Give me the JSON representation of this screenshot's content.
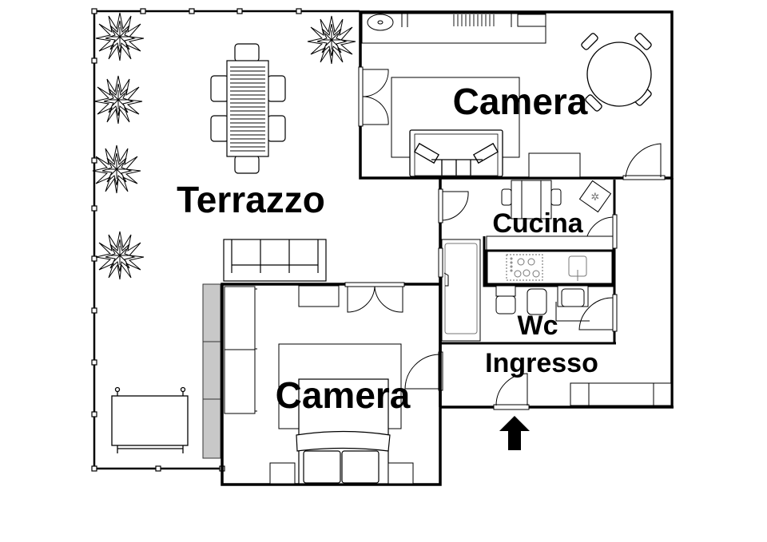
{
  "plan": {
    "type": "floor-plan",
    "colors": {
      "wall": "#000000",
      "line": "#000000",
      "background": "#ffffff",
      "hedge": "#bbbbbb"
    },
    "rooms": [
      {
        "id": "terrace",
        "label": "Terrazzo"
      },
      {
        "id": "bedroom-top",
        "label": "Camera"
      },
      {
        "id": "kitchen",
        "label": "Cucina"
      },
      {
        "id": "wc",
        "label": "Wc"
      },
      {
        "id": "entrance",
        "label": "Ingresso"
      },
      {
        "id": "bedroom-bottom",
        "label": "Camera"
      }
    ],
    "entry_marker": {
      "icon": "arrow-up-icon",
      "meaning": "entrance"
    }
  }
}
